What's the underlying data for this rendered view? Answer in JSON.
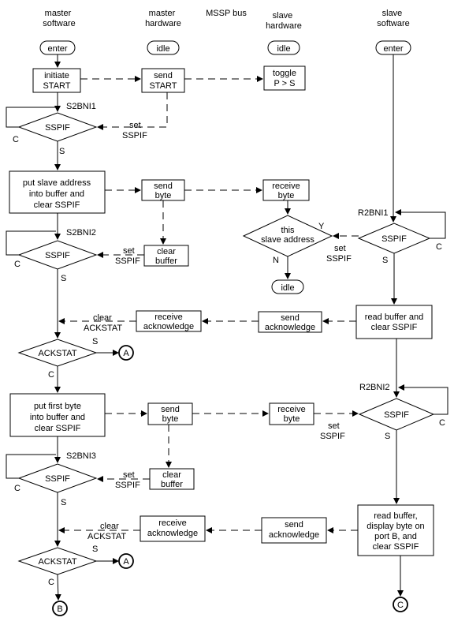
{
  "headers": {
    "master_software": [
      "master",
      "software"
    ],
    "master_hardware": [
      "master",
      "hardware"
    ],
    "mssp_bus": [
      "MSSP bus"
    ],
    "slave_hardware": [
      "slave",
      "hardware"
    ],
    "slave_software": [
      "slave",
      "software"
    ]
  },
  "terminals": {
    "master_enter": "enter",
    "mh_idle": "idle",
    "sh_idle": "idle",
    "slave_enter": "enter",
    "sh_idle_end": "idle"
  },
  "boxes": {
    "initiate_start": [
      "initiate",
      "START"
    ],
    "send_start": [
      "send",
      "START"
    ],
    "toggle": [
      "toggle",
      "P > S"
    ],
    "put_slave_addr": [
      "put slave address",
      "into buffer and",
      "clear SSPIF"
    ],
    "send_byte_1": [
      "send",
      "byte"
    ],
    "receive_byte_1": [
      "receive",
      "byte"
    ],
    "clear_buffer_1": [
      "clear",
      "buffer"
    ],
    "receive_ack_1": [
      "receive",
      "acknowledge"
    ],
    "send_ack_1": [
      "send",
      "acknowledge"
    ],
    "read_buffer_1": [
      "read buffer and",
      "clear SSPIF"
    ],
    "put_first_byte": [
      "put first byte",
      "into buffer and",
      "clear SSPIF"
    ],
    "send_byte_2": [
      "send",
      "byte"
    ],
    "receive_byte_2": [
      "receive",
      "byte"
    ],
    "clear_buffer_2": [
      "clear",
      "buffer"
    ],
    "receive_ack_2": [
      "receive",
      "acknowledge"
    ],
    "send_ack_2": [
      "send",
      "acknowledge"
    ],
    "read_buffer_2": [
      "read buffer,",
      "display byte on",
      "port B, and",
      "clear SSPIF"
    ]
  },
  "decisions": {
    "sspif_1": "SSPIF",
    "sspif_2": "SSPIF",
    "sspif_3": "SSPIF",
    "ackstat_1": "ACKSTAT",
    "ackstat_2": "ACKSTAT",
    "this_slave": [
      "this",
      "slave address"
    ],
    "slave_sspif_1": "SSPIF",
    "slave_sspif_2": "SSPIF"
  },
  "labels": {
    "s2bni1": "S2BNI1",
    "s2bni2": "S2BNI2",
    "s2bni3": "S2BNI3",
    "r2bni1": "R2BNI1",
    "r2bni2": "R2BNI2",
    "c": "C",
    "s": "S",
    "y": "Y",
    "n": "N",
    "set": "set",
    "sspif": "SSPIF",
    "clear": "clear",
    "ackstat": "ACKSTAT"
  },
  "connectors": {
    "a": "A",
    "b": "B",
    "c": "C"
  }
}
